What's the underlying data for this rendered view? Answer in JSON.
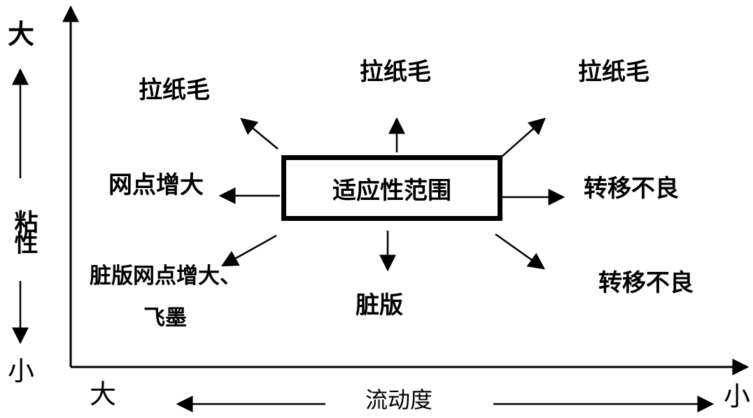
{
  "center": "适应性范围",
  "labels": {
    "top_left": "拉纸毛",
    "top_center": "拉纸毛",
    "top_right": "拉纸毛",
    "mid_left": "网点增大",
    "mid_right": "转移不良",
    "bottom_left_line1": "脏版网点增大、",
    "bottom_left_line2": "飞墨",
    "bottom_center": "脏版",
    "bottom_right": "转移不良"
  },
  "x_axis": {
    "title": "流动度",
    "left": "大",
    "right": "小"
  },
  "y_axis": {
    "title": "粘性",
    "top": "大",
    "bottom": "小"
  }
}
